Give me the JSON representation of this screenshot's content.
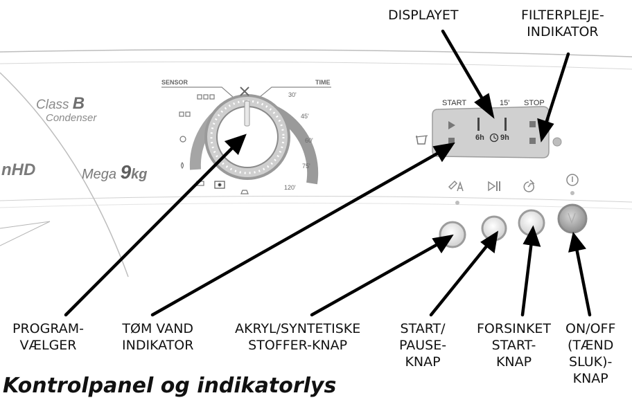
{
  "branding": {
    "class_prefix": "Class",
    "class_letter": "B",
    "condenser": "Condenser",
    "model_suffix": "nHD",
    "mega_prefix": "Mega",
    "mega_number": "9",
    "mega_unit": "kg"
  },
  "dial": {
    "sensor_label": "SENSOR",
    "time_label": "TIME",
    "time_ticks": [
      "30'",
      "45'",
      "60'",
      "75'",
      "120'"
    ]
  },
  "display": {
    "start_label": "START",
    "mid_label": "15'",
    "stop_label": "STOP",
    "time_6h": "6h",
    "time_9h": "9h"
  },
  "callouts": {
    "displayet": [
      "DISPLAYET"
    ],
    "filterpleje": [
      "FILTERPLEJE-",
      "INDIKATOR"
    ],
    "programvaelger": [
      "PROGRAM-",
      "VÆLGER"
    ],
    "tom_vand": [
      "TØM VAND",
      "INDIKATOR"
    ],
    "akryl": [
      "AKRYL/SYNTETISKE",
      "STOFFER-KNAP"
    ],
    "start_pause": [
      "START/",
      "PAUSE-",
      "KNAP"
    ],
    "forsinket": [
      "FORSINKET",
      "START-",
      "KNAP"
    ],
    "on_off": [
      "ON/OFF",
      "(TÆND",
      "SLUK)-",
      "KNAP"
    ]
  },
  "caption": "Kontrolpanel og indikatorlys"
}
